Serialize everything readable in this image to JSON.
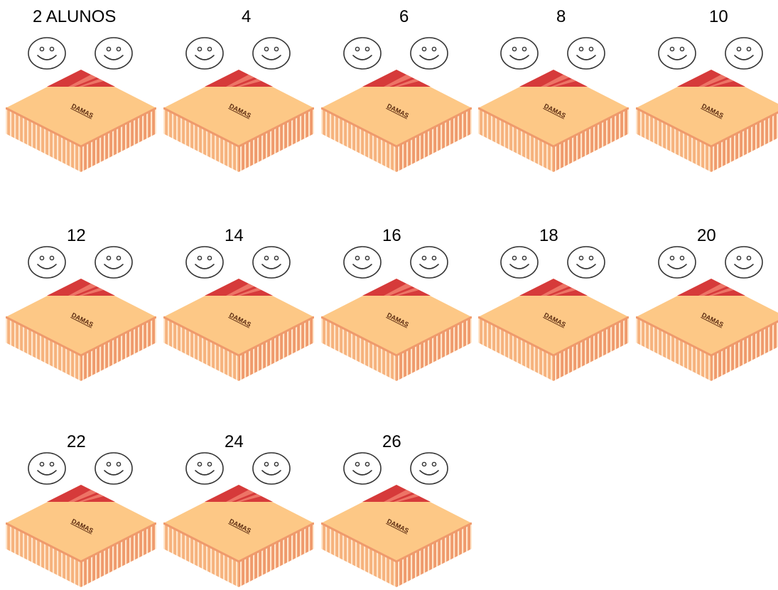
{
  "board_label": "DAMAS",
  "groups": [
    {
      "count": "2 ALUNOS"
    },
    {
      "count": "4"
    },
    {
      "count": "6"
    },
    {
      "count": "8"
    },
    {
      "count": "10"
    },
    {
      "count": "12"
    },
    {
      "count": "14"
    },
    {
      "count": "16"
    },
    {
      "count": "18"
    },
    {
      "count": "20"
    },
    {
      "count": "22"
    },
    {
      "count": "24"
    },
    {
      "count": "26"
    }
  ],
  "icons": {
    "student": "smiley-face-icon",
    "board": "checkers-board-box-icon"
  },
  "colors": {
    "board_top": "#fdc886",
    "board_side_left": "#f6b27d",
    "board_side_right": "#ef9a6c",
    "board_stripe": "#ffe6cc",
    "board_band": "#d63a3a",
    "board_band_light": "#f07b6b",
    "face_stroke": "#333333",
    "text": "#000000"
  }
}
